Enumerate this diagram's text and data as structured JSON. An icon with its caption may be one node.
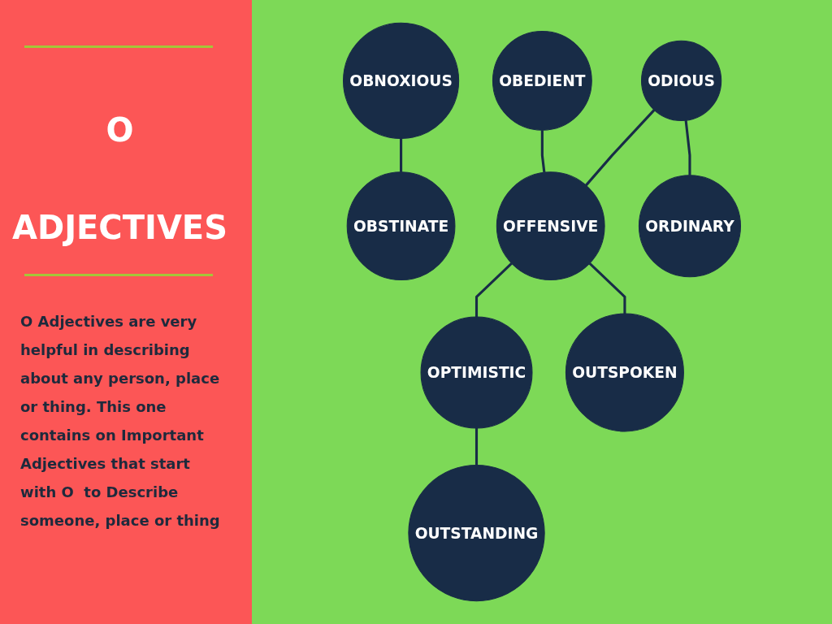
{
  "diagram": {
    "title": "O ADJECTIVES",
    "nodes": [
      {
        "text": [
          "OBEDIENT"
        ]
      },
      {
        "text": [
          "OBNOXIOUS"
        ]
      },
      {
        "text": [
          "OBSTINATE"
        ]
      },
      {
        "text": [
          "ODIOUS"
        ]
      },
      {
        "text": [
          "OFFENSIVE"
        ]
      },
      {
        "text": [
          "OPTIMISTIC"
        ]
      },
      {
        "text": [
          "ORDINARY"
        ]
      },
      {
        "text": [
          "OUTSPOKEN"
        ]
      },
      {
        "text": [
          "OUTSTANDING"
        ]
      }
    ],
    "edges": [
      {
        "from": 1,
        "to": 2,
        "arrow": "none"
      },
      {
        "from": 0,
        "to": 4,
        "arrow": "none"
      },
      {
        "from": 3,
        "to": 4,
        "arrow": "none"
      },
      {
        "from": 4,
        "to": 5,
        "arrow": "none"
      },
      {
        "from": 3,
        "to": 6,
        "arrow": "none"
      },
      {
        "from": 4,
        "to": 7,
        "arrow": "none"
      },
      {
        "from": 5,
        "to": 8,
        "arrow": "none"
      }
    ],
    "labels": [
      "O Adjectives are very helpful in describing about any person, place or thing. This one contains on Important Adjectives that start with O  to Describe someone, place or thing"
    ]
  }
}
